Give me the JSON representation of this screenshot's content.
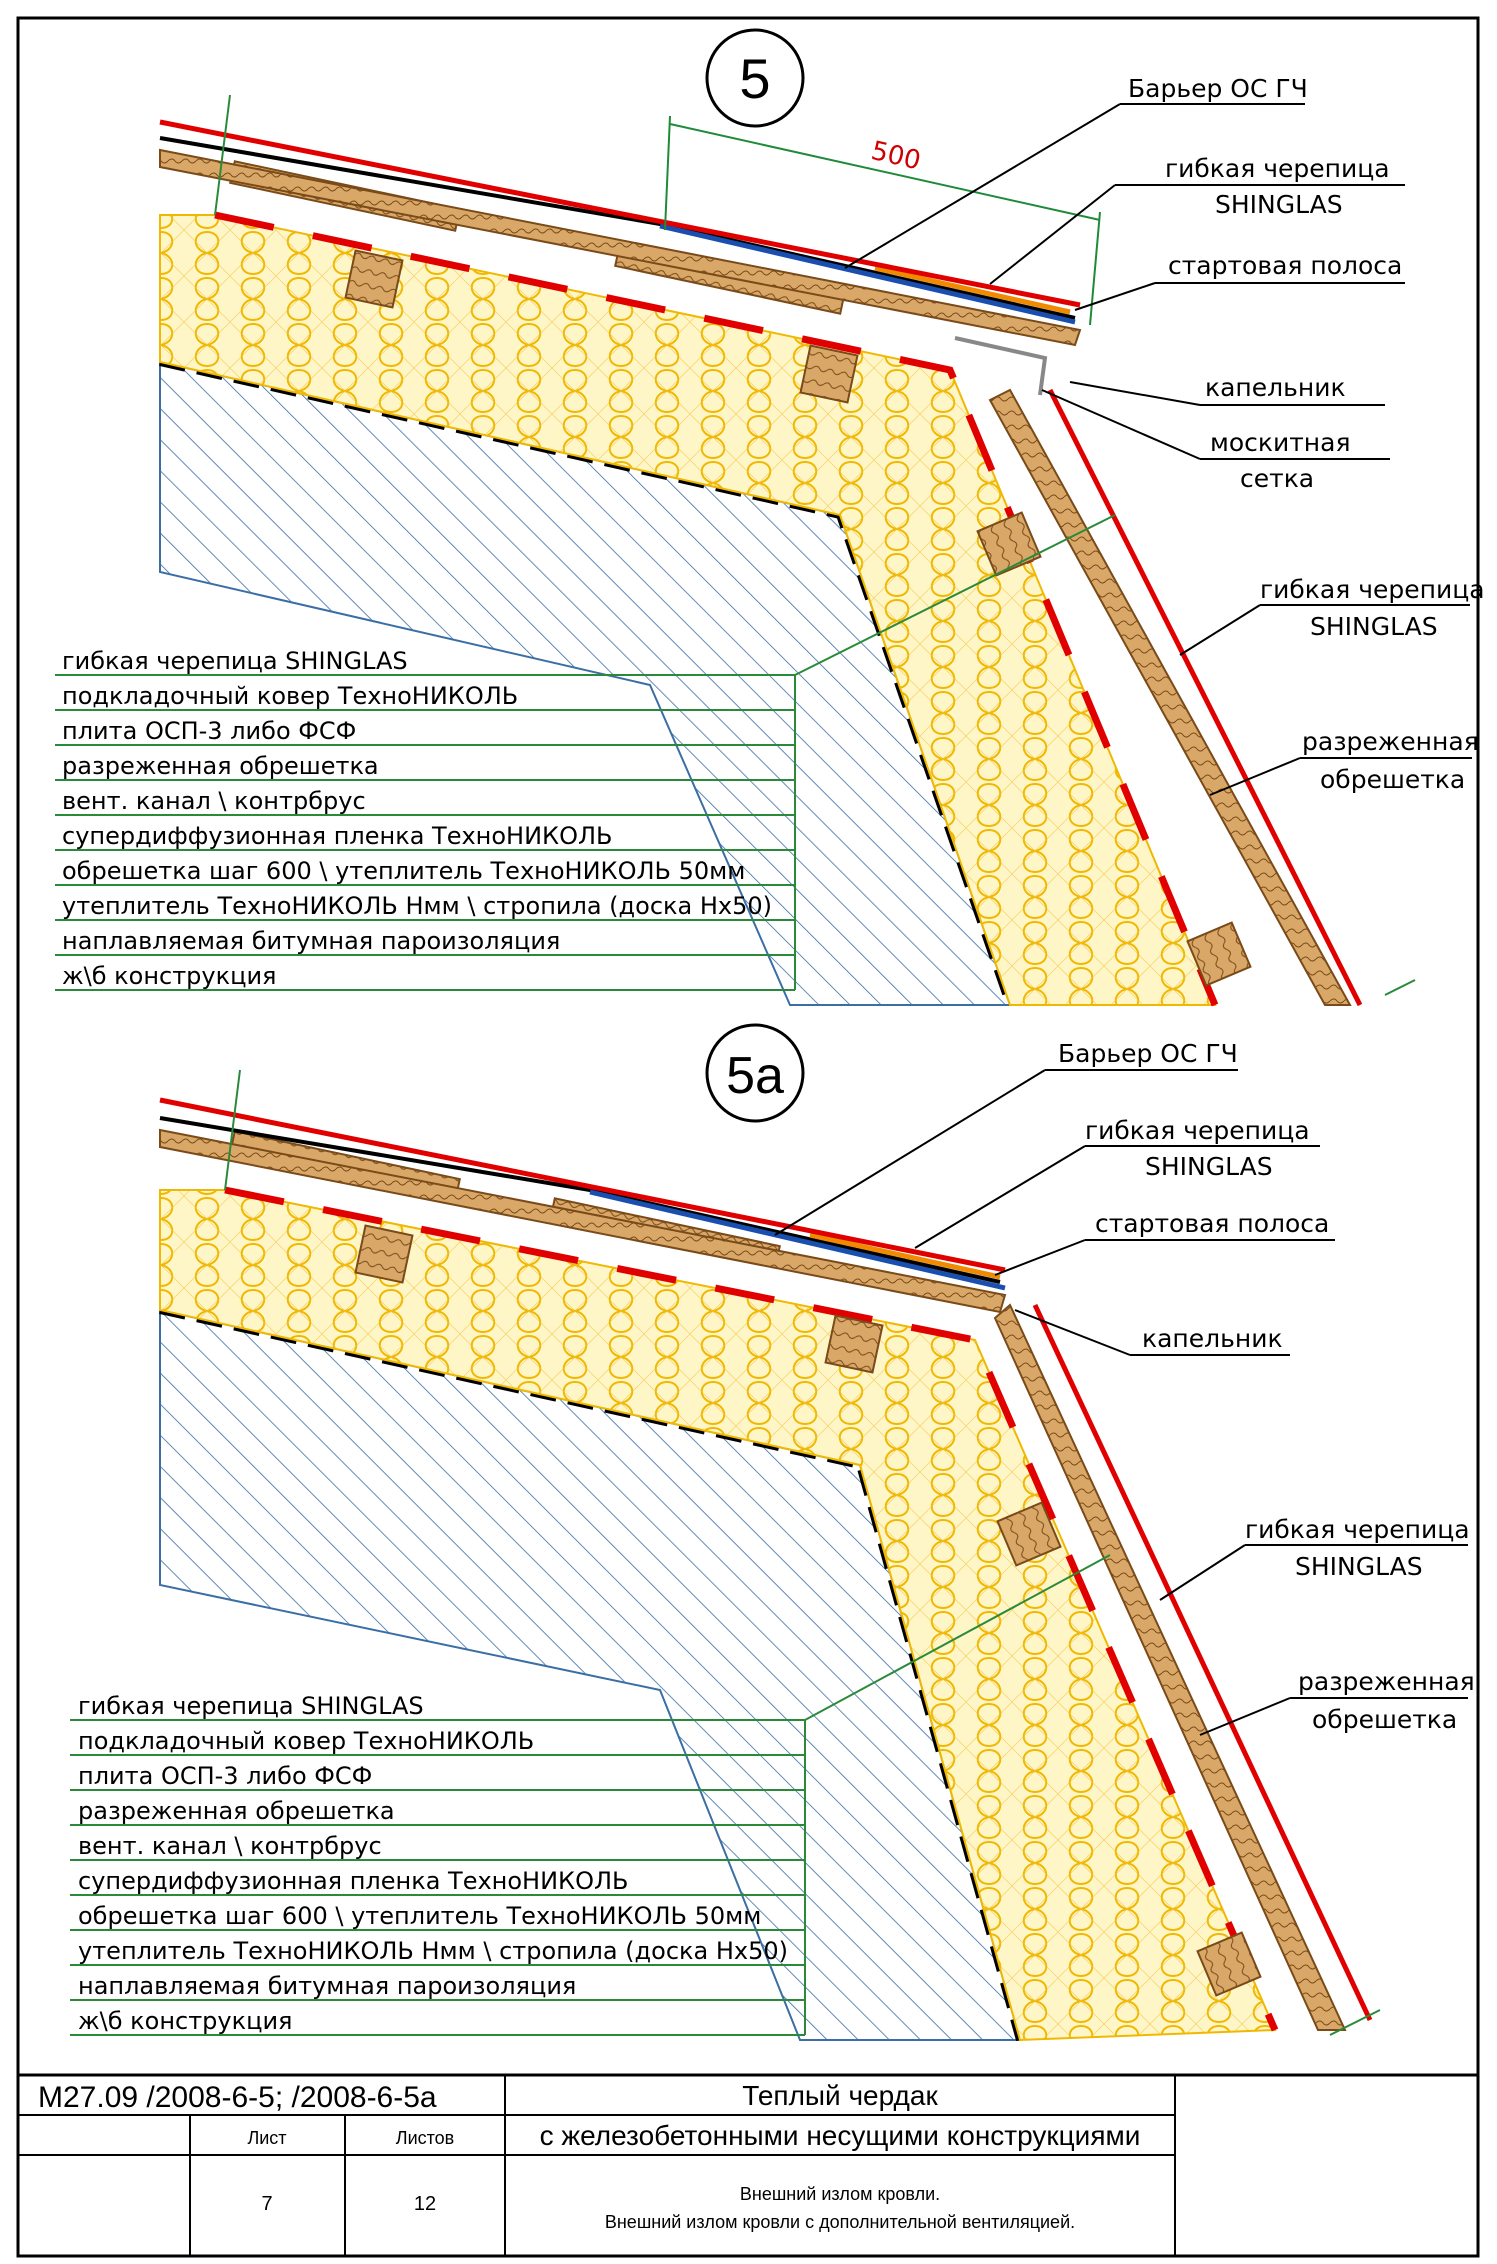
{
  "detail_5": {
    "marker": "5",
    "dimension": "500",
    "callouts": {
      "barrier": "Барьер ОС ГЧ",
      "shingle_1": "гибкая черепица",
      "shingle_2": "SHINGLAS",
      "starter": "стартовая полоса",
      "drip": "капельник",
      "mesh_1": "москитная",
      "mesh_2": "сетка",
      "side_shingle_1": "гибкая черепица",
      "side_shingle_2": "SHINGLAS",
      "side_lath_1": "разреженная",
      "side_lath_2": "обрешетка"
    },
    "layers": [
      "гибкая черепица SHINGLAS",
      "подкладочный ковер ТехноНИКОЛЬ",
      "плита ОСП-3 либо ФСФ",
      "разреженная обрешетка",
      "вент. канал \\ контрбрус",
      "супердиффузионная пленка ТехноНИКОЛЬ",
      "обрешетка шаг 600 \\ утеплитель ТехноНИКОЛЬ 50мм",
      "утеплитель ТехноНИКОЛЬ Нмм \\ стропила (доска Нх50)",
      "наплавляемая битумная пароизоляция",
      "ж\\б конструкция"
    ]
  },
  "detail_5a": {
    "marker": "5а",
    "callouts": {
      "barrier": "Барьер ОС ГЧ",
      "shingle_1": "гибкая черепица",
      "shingle_2": "SHINGLAS",
      "starter": "стартовая полоса",
      "drip": "капельник",
      "side_shingle_1": "гибкая черепица",
      "side_shingle_2": "SHINGLAS",
      "side_lath_1": "разреженная",
      "side_lath_2": "обрешетка"
    },
    "layers": [
      "гибкая черепица SHINGLAS",
      "подкладочный ковер ТехноНИКОЛЬ",
      "плита ОСП-3 либо ФСФ",
      "разреженная обрешетка",
      "вент. канал \\ контрбрус",
      "супердиффузионная пленка ТехноНИКОЛЬ",
      "обрешетка шаг 600 \\ утеплитель ТехноНИКОЛЬ 50мм",
      "утеплитель ТехноНИКОЛЬ Нмм \\ стропила (доска Нх50)",
      "наплавляемая битумная пароизоляция",
      "ж\\б конструкция"
    ]
  },
  "title_block": {
    "code": "М27.09 /2008-6-5; /2008-6-5а",
    "title_1": "Теплый чердак",
    "title_2": "с железобетонными несущими конструкциями",
    "sheet_label": "Лист",
    "sheets_label": "Листов",
    "sheet_value": "7",
    "sheets_value": "12",
    "description_1": "Внешний излом кровли.",
    "description_2": "Внешний излом кровли с дополнительной вентиляцией."
  },
  "colors": {
    "concrete": "#3a6ea5",
    "insulation": "#f0b800",
    "insulation_fill": "#fff6c8",
    "wood": "#9a6a30",
    "membrane_red": "#e00000",
    "underlay_blue": "#1a4fb0",
    "starter_orange": "#f08a00",
    "leader_green": "#2a8a3a",
    "dim_green": "#1f8a3a",
    "dim_text_red": "#d00000"
  }
}
